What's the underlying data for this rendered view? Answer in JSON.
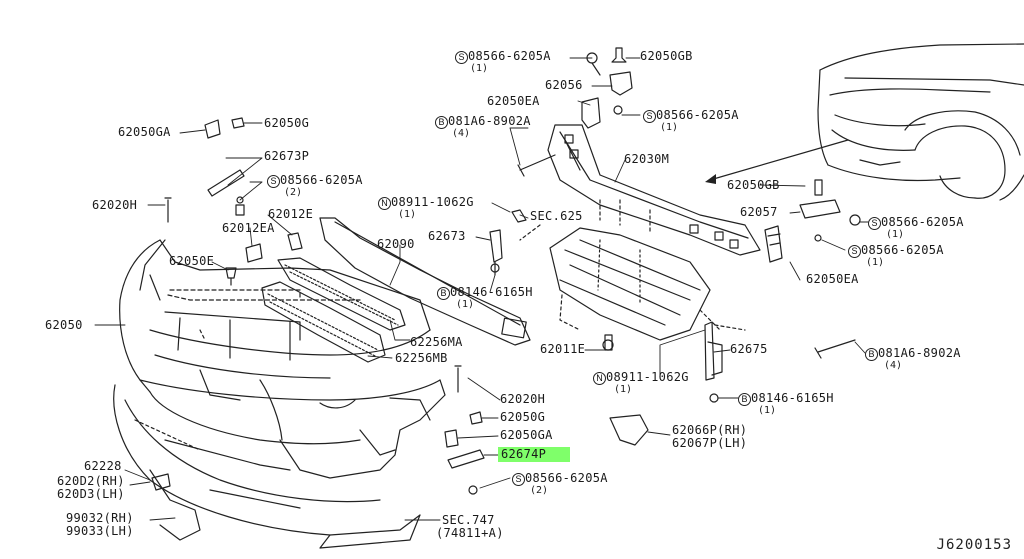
{
  "diagram_code": "J6200153",
  "highlight_color": "#7fff6a",
  "line_color": "#222222",
  "labels": {
    "p62050GB_top": "62050GB",
    "s08566_top": "08566-6205A",
    "s08566_top_q": "(1)",
    "p62056": "62056",
    "p62050EA_top": "62050EA",
    "s08566_mid": "08566-6205A",
    "s08566_mid_q": "(1)",
    "b081A6_top": "081A6-8902A",
    "b081A6_top_q": "(4)",
    "p62030M": "62030M",
    "p62050GA_l": "62050GA",
    "p62050G_l": "62050G",
    "p62673P": "62673P",
    "s08566_l": "08566-6205A",
    "s08566_l_q": "(2)",
    "p62020H_l": "62020H",
    "p62012E": "62012E",
    "p62012EA": "62012EA",
    "n08911_top": "08911-1062G",
    "n08911_top_q": "(1)",
    "sec625": "SEC.625",
    "p62090": "62090",
    "p62673": "62673",
    "p62050E": "62050E",
    "b08146_top": "08146-6165H",
    "b08146_top_q": "(1)",
    "p62050": "62050",
    "p62256MA": "62256MA",
    "p62256MB": "62256MB",
    "p62011E": "62011E",
    "p62020H_c": "62020H",
    "p62050G_c": "62050G",
    "p62050GA_c": "62050GA",
    "p62674P": "62674P",
    "s08566_c": "08566-6205A",
    "s08566_c_q": "(2)",
    "n08911_low": "08911-1062G",
    "n08911_low_q": "(1)",
    "p62675": "62675",
    "b08146_low": "08146-6165H",
    "b08146_low_q": "(1)",
    "p62066P": "62066P(RH)",
    "p62067P": "62067P(LH)",
    "p62050GB_r": "62050GB",
    "p62057": "62057",
    "s08566_r1": "08566-6205A",
    "s08566_r1_q": "(1)",
    "s08566_r2": "08566-6205A",
    "s08566_r2_q": "(1)",
    "p62050EA_r": "62050EA",
    "b081A6_r": "081A6-8902A",
    "b081A6_r_q": "(4)",
    "p62228": "62228",
    "p620D2": "620D2(RH)",
    "p620D3": "620D3(LH)",
    "p99032": "99032(RH)",
    "p99033": "99033(LH)",
    "sec747": "SEC.747",
    "sec747_sub": "(74811+A)"
  },
  "markers": {
    "S": "S",
    "B": "B",
    "N": "N"
  }
}
